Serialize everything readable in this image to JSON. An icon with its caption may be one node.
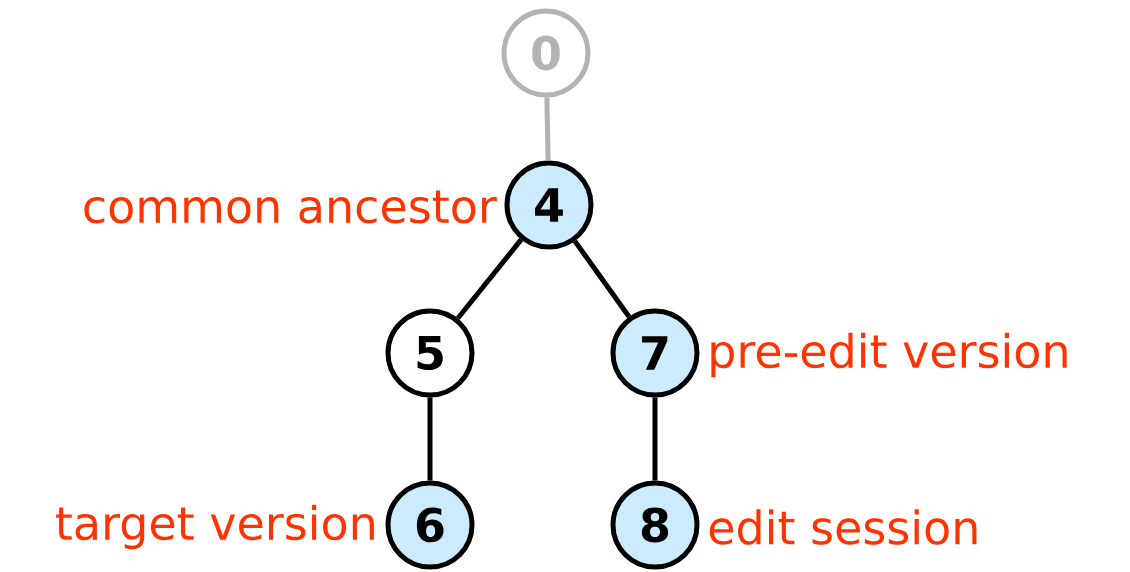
{
  "diagram": {
    "nodes": [
      {
        "text": [
          "0"
        ]
      },
      {
        "text": [
          "4"
        ],
        "beside": [
          "common ancestor"
        ]
      },
      {
        "text": [
          "5"
        ]
      },
      {
        "text": [
          "7"
        ],
        "beside": [
          "pre-edit version"
        ]
      },
      {
        "text": [
          "6"
        ],
        "beside": [
          "target version"
        ]
      },
      {
        "text": [
          "8"
        ],
        "beside": [
          "edit session"
        ]
      }
    ],
    "edges": [
      {
        "from": 0,
        "to": 1,
        "arrow": "none",
        "color": "#b3b3b3"
      },
      {
        "from": 1,
        "to": 2,
        "arrow": "none"
      },
      {
        "from": 1,
        "to": 3,
        "arrow": "none"
      },
      {
        "from": 2,
        "to": 4,
        "arrow": "none"
      },
      {
        "from": 3,
        "to": 5,
        "arrow": "none"
      }
    ]
  }
}
